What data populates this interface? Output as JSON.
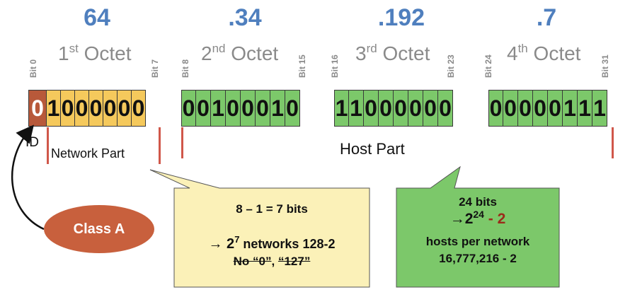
{
  "octets": [
    {
      "decimal": "64",
      "title_main": "1",
      "title_sup": "st",
      "title_rest": " Octet",
      "bit_start_label": "Bit 0",
      "bit_end_label": "Bit 7",
      "bits": [
        "0",
        "1",
        "0",
        "0",
        "0",
        "0",
        "0",
        "0"
      ],
      "bit_colors": [
        "red",
        "yellow",
        "yellow",
        "yellow",
        "yellow",
        "yellow",
        "yellow",
        "yellow"
      ]
    },
    {
      "decimal": ".34",
      "title_main": "2",
      "title_sup": "nd",
      "title_rest": " Octet",
      "bit_start_label": "Bit 8",
      "bit_end_label": "Bit 15",
      "bits": [
        "0",
        "0",
        "1",
        "0",
        "0",
        "0",
        "1",
        "0"
      ],
      "bit_colors": [
        "green",
        "green",
        "green",
        "green",
        "green",
        "green",
        "green",
        "green"
      ]
    },
    {
      "decimal": ".192",
      "title_main": "3",
      "title_sup": "rd",
      "title_rest": " Octet",
      "bit_start_label": "Bit 16",
      "bit_end_label": "Bit 23",
      "bits": [
        "1",
        "1",
        "0",
        "0",
        "0",
        "0",
        "0",
        "0"
      ],
      "bit_colors": [
        "green",
        "green",
        "green",
        "green",
        "green",
        "green",
        "green",
        "green"
      ]
    },
    {
      "decimal": ".7",
      "title_main": "4",
      "title_sup": "th",
      "title_rest": " Octet",
      "bit_start_label": "Bit 24",
      "bit_end_label": "Bit 31",
      "bits": [
        "0",
        "0",
        "0",
        "0",
        "0",
        "1",
        "1",
        "1"
      ],
      "bit_colors": [
        "green",
        "green",
        "green",
        "green",
        "green",
        "green",
        "green",
        "green"
      ]
    }
  ],
  "labels": {
    "id": "ID",
    "network_part": "Network Part",
    "host_part": "Host Part",
    "class_a": "Class A"
  },
  "network_callout": {
    "line1": "8 – 1 = 7 bits",
    "line2_arrow": "→ 2",
    "line2_sup": "7",
    "line2_rest": " networks 128-2",
    "line3_no": "No “0”",
    "line3_sep": ", ",
    "line3_127": "“127”"
  },
  "host_callout": {
    "line1": "24 bits",
    "line2_arrow": "→2",
    "line2_sup": "24",
    "line2_minus": " - 2",
    "line3": "hosts per network",
    "line4": "16,777,216 - 2"
  },
  "colors": {
    "decimal_blue": "#4f7fbe",
    "network_yellow": "#f5c95c",
    "host_green": "#7cc86a",
    "id_bit_red": "#b8593a",
    "class_a_orange": "#c8603d",
    "callout_yellow": "#fbf1b8",
    "callout_green": "#7cc86a",
    "minus_two_red": "#9b2b1a"
  }
}
